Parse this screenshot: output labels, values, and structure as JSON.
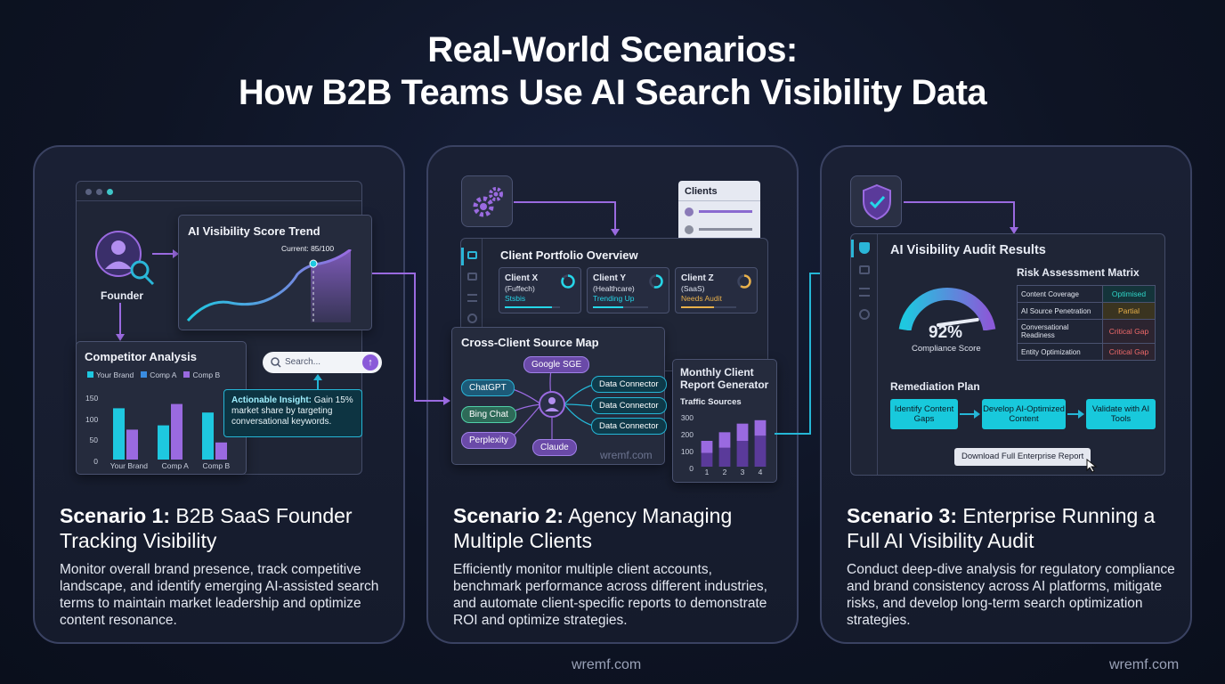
{
  "title": {
    "line1": "Real-World Scenarios:",
    "line2": "How B2B Teams Use AI Search Visibility Data"
  },
  "scenario1": {
    "heading_bold": "Scenario 1:",
    "heading_rest": " B2B SaaS Founder Tracking Visibility",
    "description": "Monitor overall brand presence, track competitive landscape, and identify emerging AI-assisted search terms to maintain market leadership and optimize content resonance.",
    "founder_label": "Founder",
    "trend_title": "AI Visibility Score Trend",
    "trend_current": "Current: 85/100",
    "competitor_title": "Competitor Analysis",
    "legend": [
      "Your Brand",
      "Comp A",
      "Comp B"
    ],
    "yticks": [
      "150",
      "100",
      "50",
      "0"
    ],
    "xlabels": [
      "Your Brand",
      "Comp A",
      "Comp B"
    ],
    "search_placeholder": "Search...",
    "insight_bold": "Actionable Insight:",
    "insight_rest": " Gain 15% market share by targeting conversational keywords."
  },
  "scenario2": {
    "heading_bold": "Scenario 2:",
    "heading_rest": " Agency Managing Multiple Clients",
    "description": "Efficiently monitor multiple client accounts, benchmark performance across different industries, and automate client-specific reports to demonstrate ROI and optimize strategies.",
    "clients_title": "Clients",
    "portfolio_title": "Client Portfolio Overview",
    "clients": [
      {
        "name": "Client X",
        "sub": "(Fuffech)",
        "status": "Stsbis"
      },
      {
        "name": "Client Y",
        "sub": "(Healthcare)",
        "status": "Trending Up"
      },
      {
        "name": "Client Z",
        "sub": "(SaaЅ)",
        "status": "Needs Audit"
      }
    ],
    "source_map_title": "Cross-Client Source Map",
    "sources_left": [
      "ChatGPT",
      "Bing Chat",
      "Perplexity"
    ],
    "source_top": "Google SGE",
    "source_bottom": "Claude",
    "connectors": [
      "Data Connector",
      "Data Connector",
      "Data Connector"
    ],
    "watermark": "wremf.com",
    "report_title": "Monthly Client Report Generator",
    "traffic_title": "Traffic Sources",
    "report_yticks": [
      "300",
      "200",
      "100",
      "0"
    ],
    "report_xlabels": [
      "1",
      "2",
      "3",
      "4"
    ]
  },
  "scenario3": {
    "heading_bold": "Scenario 3:",
    "heading_rest": " Enterprise Running a Full AI Visibility Audit",
    "description": "Conduct deep-dive analysis for regulatory compliance and brand consistency across AI platforms, mitigate risks, and develop long-term search optimization strategies.",
    "audit_title": "AI Visibility Audit Results",
    "score": "92%",
    "score_label": "Compliance Score",
    "risk_title": "Risk Assessment Matrix",
    "risk_rows": [
      {
        "item": "Content Coverage",
        "status": "Optimised"
      },
      {
        "item": "AI Source Penetration",
        "status": "Partial"
      },
      {
        "item": "Conversational Readiness",
        "status": "Critical Gap"
      },
      {
        "item": "Entity Optimization",
        "status": "Critical Gap"
      }
    ],
    "remediation_title": "Remediation Plan",
    "steps": [
      "Identify Content Gaps",
      "Develop AI-Optimized Content",
      "Validate with AI Tools"
    ],
    "download_label": "Download Full Enterprise Report"
  },
  "footer": {
    "watermark_center": "wremf.com",
    "watermark_right": "wremf.com"
  },
  "chart_data": [
    {
      "type": "line",
      "title": "AI Visibility Score Trend",
      "annotation": "Current: 85/100"
    },
    {
      "type": "bar",
      "title": "Competitor Analysis",
      "categories": [
        "Your Brand",
        "Comp A",
        "Comp B"
      ],
      "series": [
        {
          "name": "Your Brand",
          "values": [
            120,
            80,
            110
          ]
        },
        {
          "name": "Comp A",
          "values": [
            null,
            130,
            null
          ]
        },
        {
          "name": "Comp B",
          "values": [
            70,
            null,
            40
          ]
        }
      ],
      "ylim": [
        0,
        150
      ]
    },
    {
      "type": "bar",
      "title": "Traffic Sources",
      "categories": [
        "1",
        "2",
        "3",
        "4"
      ],
      "series": [
        {
          "values": [
            80,
            110,
            150,
            180
          ]
        },
        {
          "values": [
            70,
            90,
            100,
            90
          ]
        }
      ],
      "ylim": [
        0,
        300
      ]
    },
    {
      "type": "gauge",
      "values": [
        92
      ]
    }
  ],
  "colors": {
    "cyan": "#1ec8e0",
    "purple": "#9a6ae0",
    "optimised": "#2fd6c8",
    "partial": "#e8b04a",
    "critical": "#f06a6a"
  }
}
